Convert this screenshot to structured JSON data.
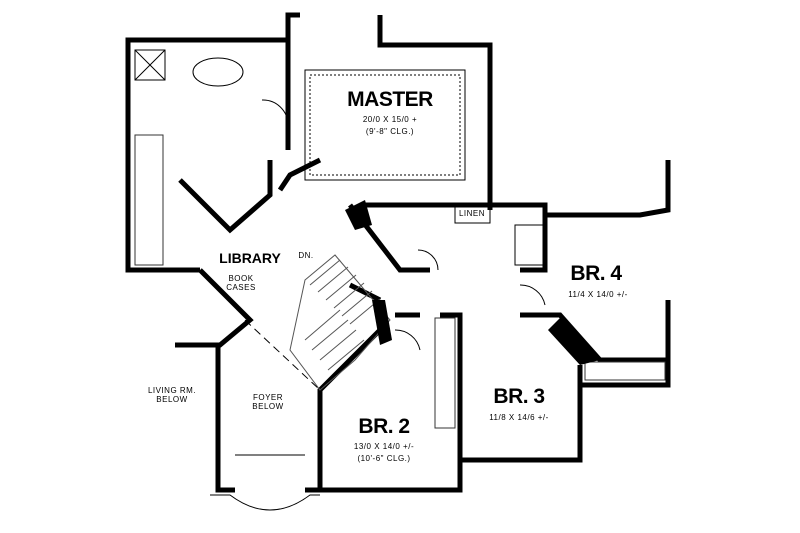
{
  "rooms": {
    "master": {
      "name": "MASTER",
      "size": "20/0 X 15/0 +",
      "ceiling": "(9'-8\" CLG.)"
    },
    "linen": {
      "name": "LINEN"
    },
    "library": {
      "name": "LIBRARY",
      "stairs": "DN.",
      "bookcases": "BOOK CASES"
    },
    "br4": {
      "name": "BR. 4",
      "size": "11/4 X 14/0 +/-"
    },
    "br3": {
      "name": "BR. 3",
      "size": "11/8 X 14/6 +/-"
    },
    "br2": {
      "name": "BR. 2",
      "size": "13/0 X 14/0 +/-",
      "ceiling": "(10'-6\" CLG.)"
    },
    "foyer": {
      "name": "FOYER BELOW"
    },
    "living": {
      "name": "LIVING RM. BELOW"
    }
  },
  "colors": {
    "wall": "#000000",
    "background": "#ffffff"
  }
}
